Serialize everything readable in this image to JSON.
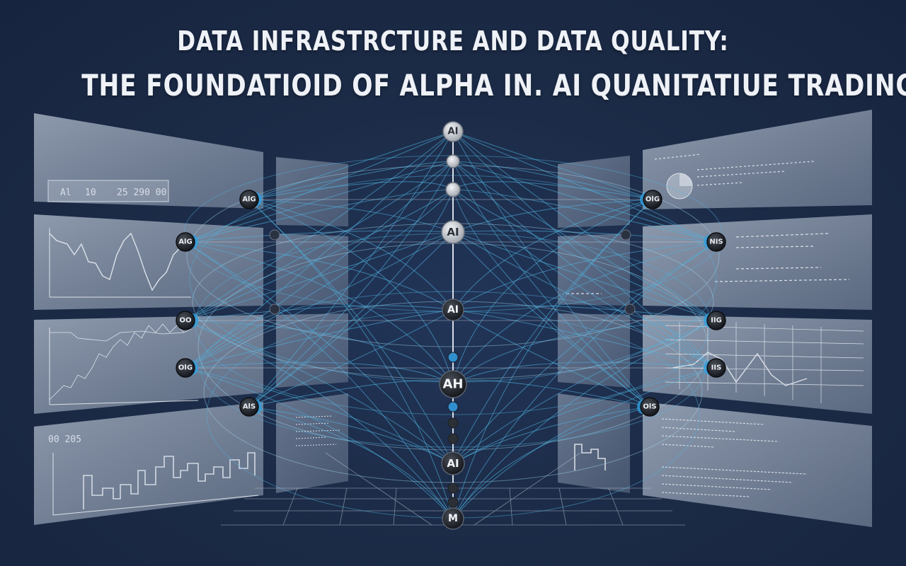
{
  "title": {
    "line1": "DATA INFRASTRCTURE AND DATA QUALITY:",
    "line2": "THE FOUNDATIOID OF ALPHA IN. AI QUANITATIUE TRADING"
  },
  "panels": {
    "top_left_readout": [
      "Al",
      "10",
      "25 290 00"
    ],
    "bottom_left_label": "00 205"
  },
  "spine_nodes": [
    {
      "label": "AI",
      "style": "light"
    },
    {
      "label": "",
      "style": "light"
    },
    {
      "label": "",
      "style": "light"
    },
    {
      "label": "AI",
      "style": "light"
    },
    {
      "label": "AI",
      "style": "dark"
    },
    {
      "label": "AH",
      "style": "dark"
    },
    {
      "label": "AI",
      "style": "dark"
    },
    {
      "label": "M",
      "style": "dark"
    }
  ],
  "left_nodes": [
    "AlG",
    "AlG",
    "OO",
    "OlG",
    "AlS"
  ],
  "right_nodes": [
    "OlG",
    "NIS",
    "IIG",
    "IIS",
    "OlS"
  ],
  "colors": {
    "background": "#1b2a45",
    "panel": "#9aa6b8",
    "connection": "#4fb3e0",
    "title": "#eef1f6"
  }
}
